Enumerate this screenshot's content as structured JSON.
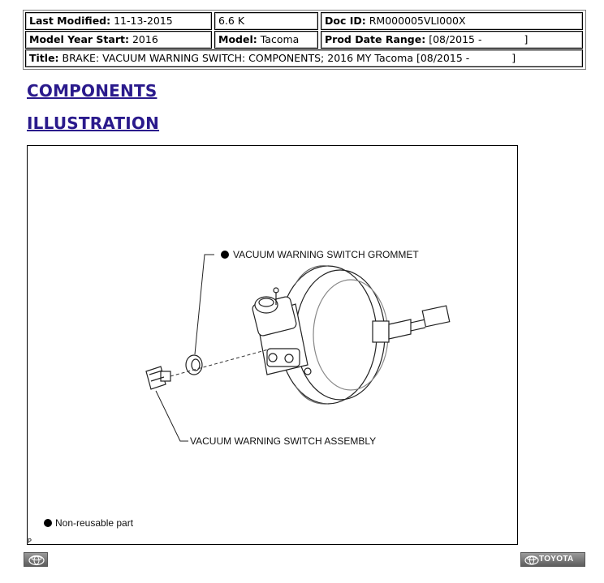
{
  "header": {
    "last_modified_label": "Last Modified:",
    "last_modified_value": "11-13-2015",
    "size": "6.6 K",
    "doc_id_label": "Doc ID:",
    "doc_id_value": "RM000005VLI000X",
    "model_year_label": "Model Year Start:",
    "model_year_value": "2016",
    "model_label": "Model:",
    "model_value": "Tacoma",
    "prod_date_label": "Prod Date Range:",
    "prod_date_start": "[08/2015 -",
    "prod_date_end": "]",
    "title_label": "Title:",
    "title_value": "BRAKE: VACUUM WARNING SWITCH: COMPONENTS; 2016 MY Tacoma [08/2015 -",
    "title_end": "]"
  },
  "sections": {
    "components": "COMPONENTS",
    "illustration": "ILLUSTRATION"
  },
  "figure": {
    "label_grommet": "VACUUM WARNING SWITCH GROMMET",
    "label_assembly": "VACUUM WARNING SWITCH ASSEMBLY",
    "legend": "Non-reusable part",
    "corner_mark": "P"
  },
  "footer": {
    "right_button": "TOYOTA",
    "left_icon": "toyota-logo-icon",
    "right_icon": "toyota-logo-icon",
    "button_color": "#6f6f6f"
  }
}
